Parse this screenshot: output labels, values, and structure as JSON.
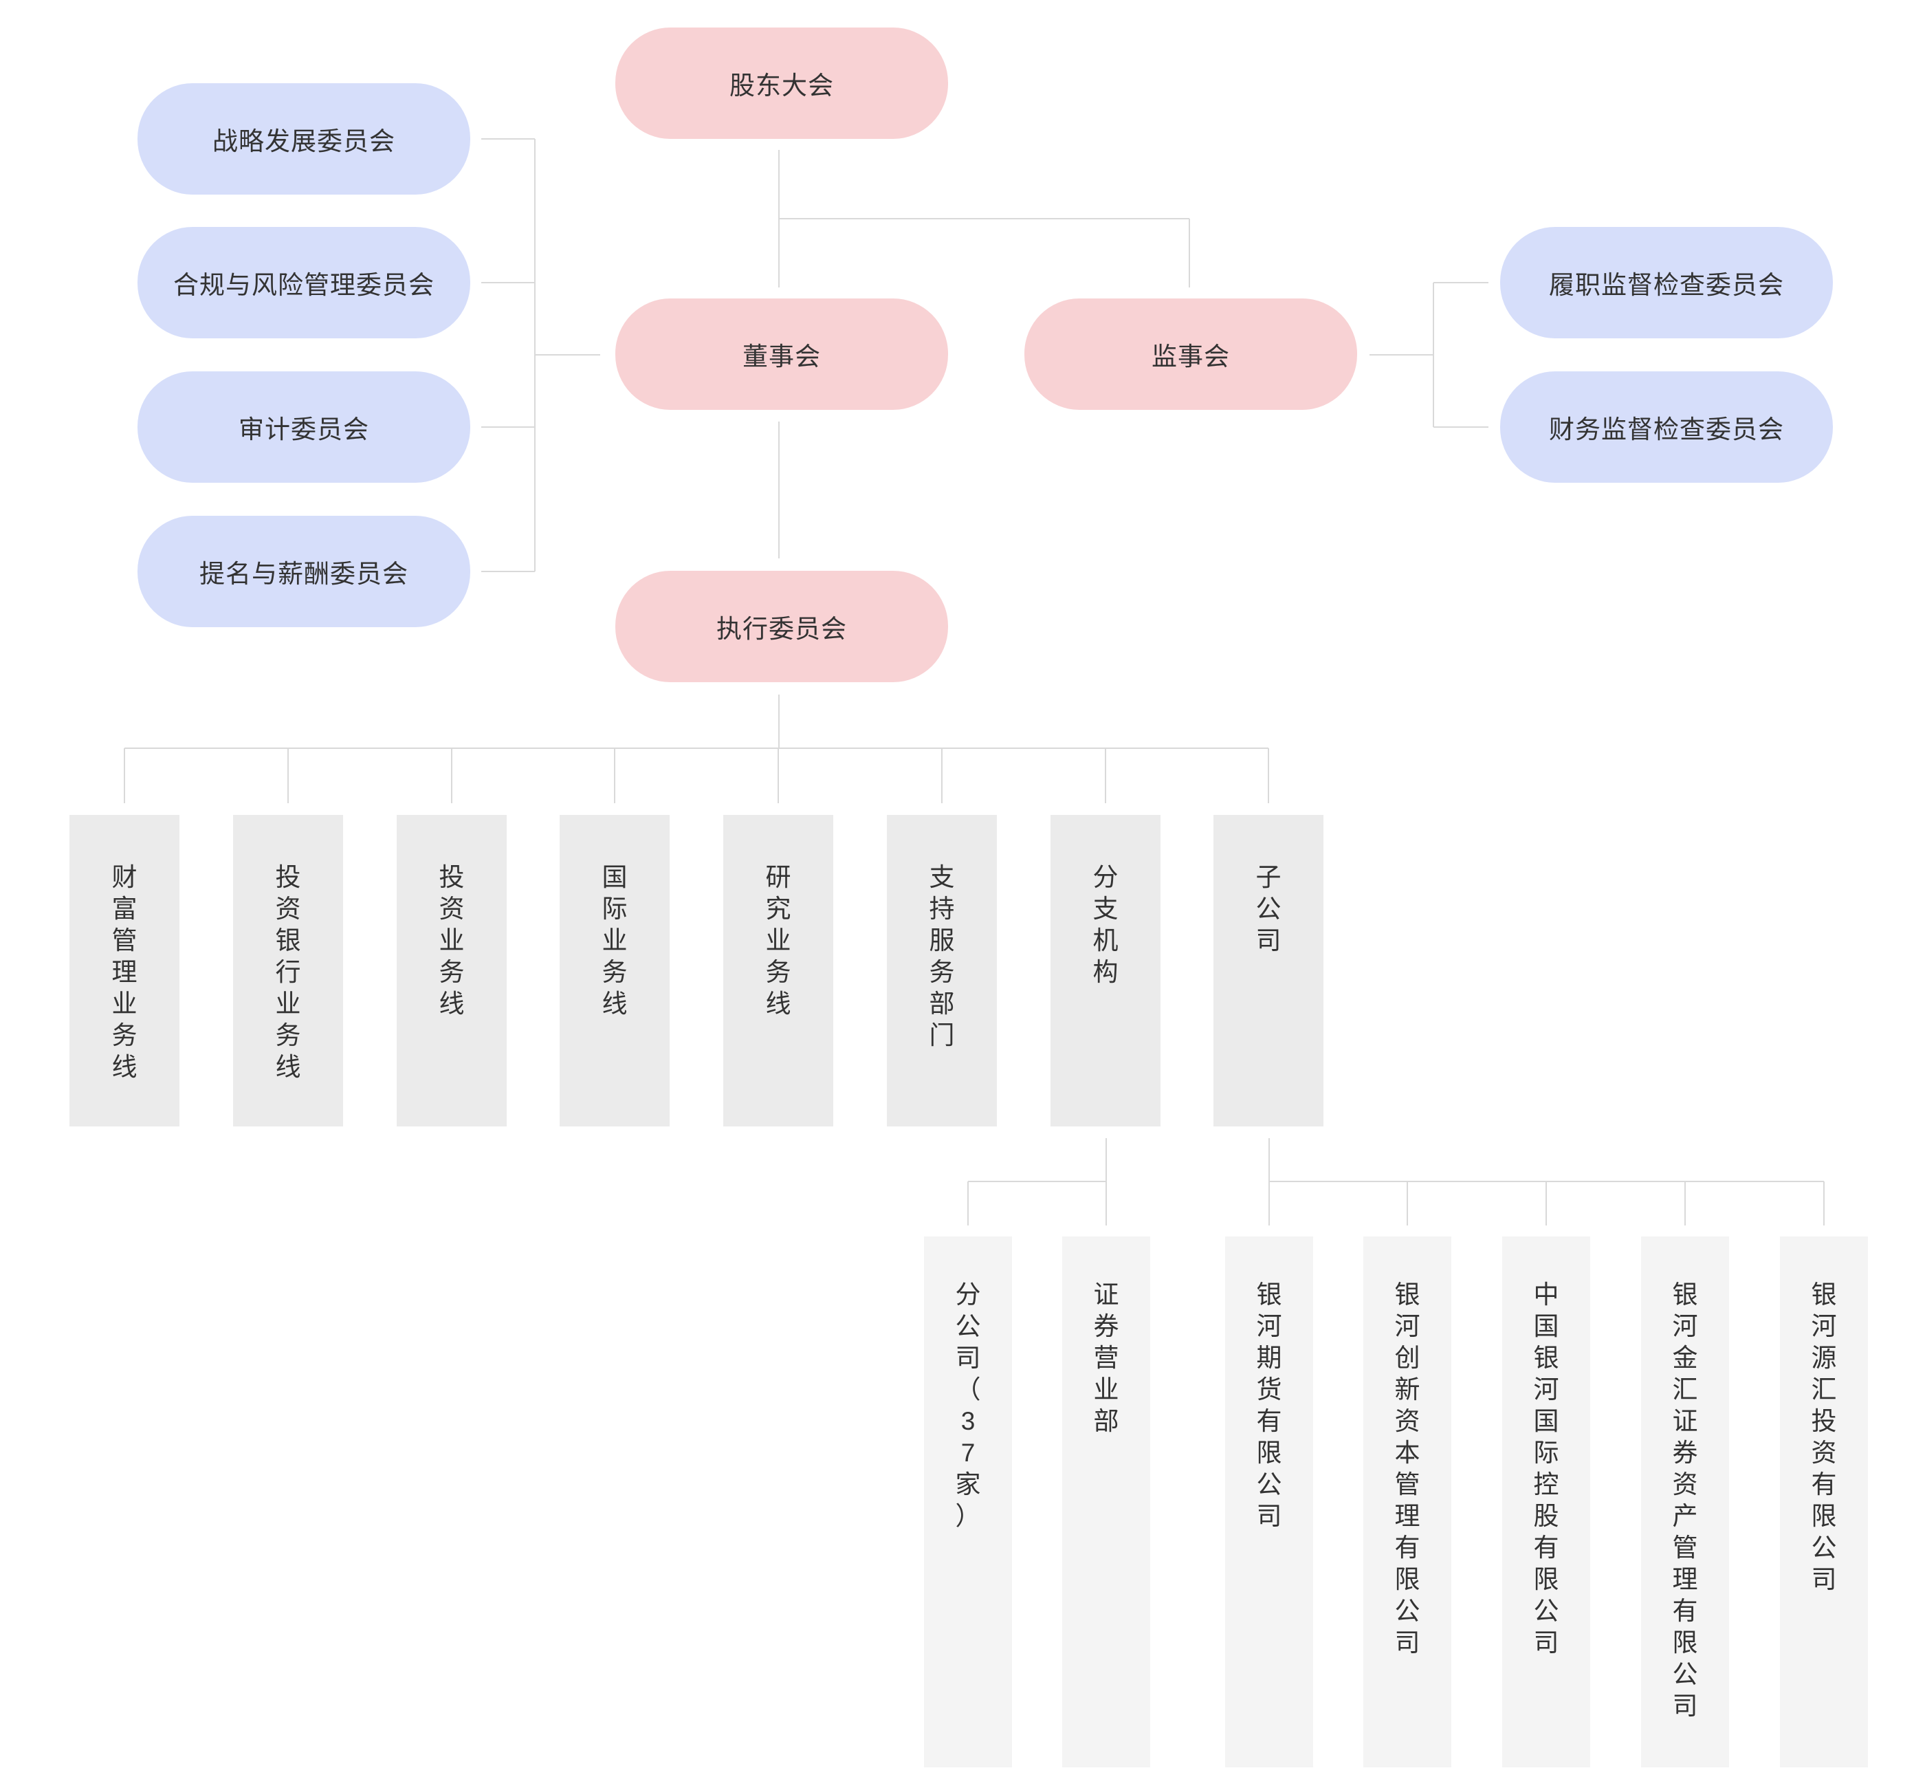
{
  "top": {
    "shareholders": "股东大会",
    "board": "董事会",
    "supervisors": "监事会",
    "executive": "执行委员会"
  },
  "board_committees": [
    "战略发展委员会",
    "合规与风险管理委员会",
    "审计委员会",
    "提名与薪酬委员会"
  ],
  "supervisor_committees": [
    "履职监督检查委员会",
    "财务监督检查委员会"
  ],
  "business_units": [
    "财富管理业务线",
    "投资银行业务线",
    "投资业务线",
    "国际业务线",
    "研究业务线",
    "支持服务部门",
    "分支机构",
    "子公司"
  ],
  "branch_units": [
    "分公司（37家）",
    "证券营业部"
  ],
  "subsidiaries": [
    "银河期货有限公司",
    "银河创新资本管理有限公司",
    "中国银河国际控股有限公司",
    "银河金汇证券资产管理有限公司",
    "银河源汇投资有限公司"
  ],
  "colors": {
    "core_pill": "#f8d2d4",
    "committee_pill": "#d6defa",
    "unit_box": "#ebebeb",
    "sub_box": "#f4f4f4",
    "connector": "#d9d9d9"
  }
}
